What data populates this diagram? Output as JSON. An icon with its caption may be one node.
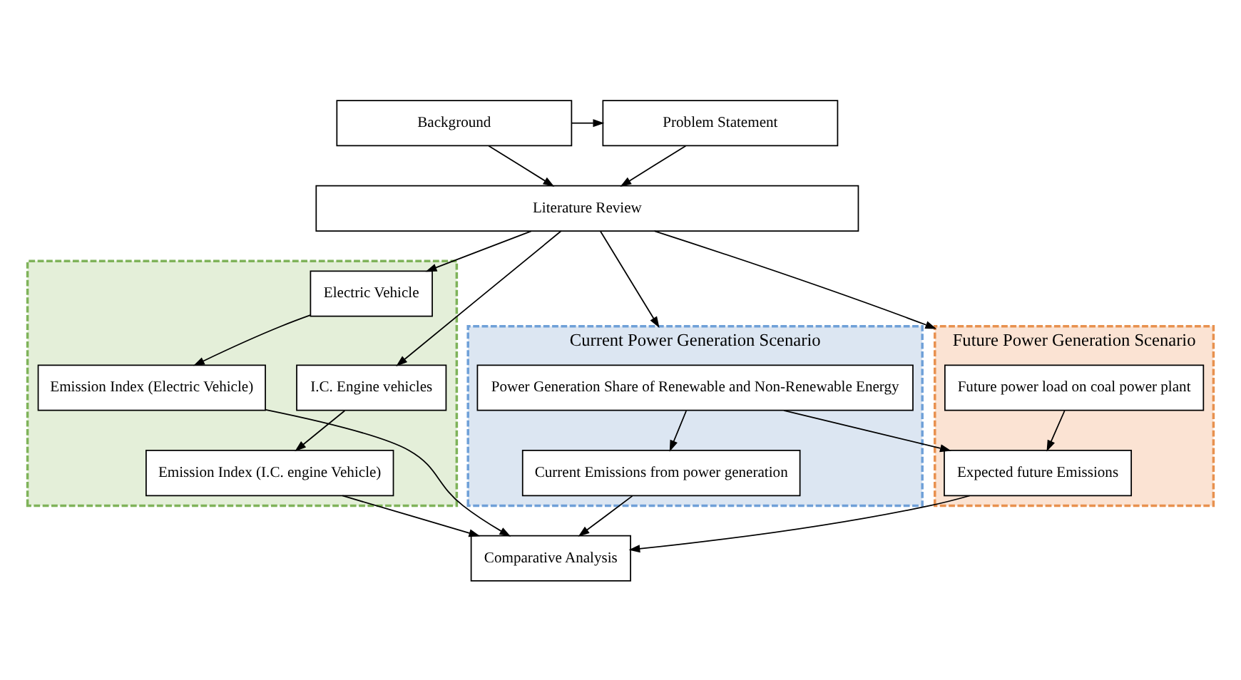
{
  "diagram": {
    "nodes": [
      {
        "text": [
          "Background"
        ]
      },
      {
        "text": [
          "Problem Statement"
        ]
      },
      {
        "text": [
          "Literature Review"
        ]
      },
      {
        "text": [
          "Current Power Generation Scenario"
        ]
      },
      {
        "text": [
          "Power Generation Share of Renewable and Non-Renewable Energy"
        ],
        "in": 3
      },
      {
        "text": [
          "Current Emissions from power generation"
        ],
        "in": 3
      },
      {
        "text": [
          "Future Power Generation Scenario"
        ]
      },
      {
        "text": [
          "Future power load on coal power plant"
        ],
        "in": 6
      },
      {
        "text": [
          "Expected future Emissions"
        ],
        "in": 6
      },
      {
        "text": [],
        "shape": "box"
      },
      {
        "text": [
          "Electric Vehicle"
        ],
        "in": 9
      },
      {
        "text": [
          "I.C. Engine vehicles"
        ],
        "in": 9
      },
      {
        "text": [
          "Emission Index (Electric Vehicle)"
        ],
        "in": 9
      },
      {
        "text": [
          "Emission Index (I.C. engine Vehicle)"
        ],
        "in": 9
      },
      {
        "text": [
          "Comparative Analysis"
        ]
      }
    ],
    "edges": [
      {
        "from": 0,
        "to": 1,
        "arrow": "to"
      },
      {
        "from": 0,
        "to": 2,
        "arrow": "to"
      },
      {
        "from": 1,
        "to": 2,
        "arrow": "to"
      },
      {
        "from": 2,
        "to": 3,
        "arrow": "to"
      },
      {
        "from": 2,
        "to": 6,
        "arrow": "to"
      },
      {
        "from": 2,
        "to": 10,
        "arrow": "to"
      },
      {
        "from": 2,
        "to": 11,
        "arrow": "to"
      },
      {
        "from": 4,
        "to": 5,
        "arrow": "to"
      },
      {
        "from": 4,
        "to": 8,
        "arrow": "to"
      },
      {
        "from": 7,
        "to": 8,
        "arrow": "to"
      },
      {
        "from": 5,
        "to": 14,
        "arrow": "to"
      },
      {
        "from": 8,
        "to": 14,
        "arrow": "to"
      },
      {
        "from": 10,
        "to": 12,
        "arrow": "to"
      },
      {
        "from": 11,
        "to": 13,
        "arrow": "to"
      },
      {
        "from": 12,
        "to": 14,
        "arrow": "to"
      },
      {
        "from": 13,
        "to": 14,
        "arrow": "to"
      }
    ]
  }
}
